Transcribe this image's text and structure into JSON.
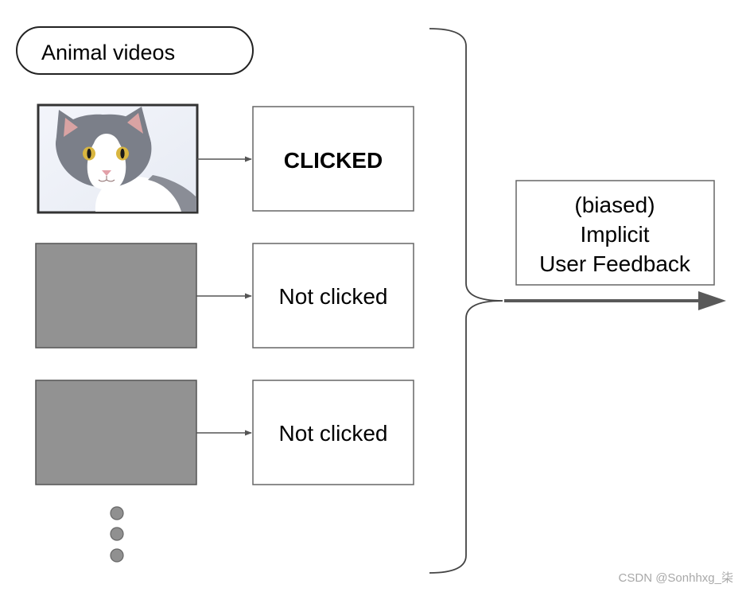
{
  "category_label": "Animal videos",
  "items": [
    {
      "image": "cat-thumbnail",
      "status": "CLICKED"
    },
    {
      "image": "gray-placeholder",
      "status": "Not clicked"
    },
    {
      "image": "gray-placeholder",
      "status": "Not clicked"
    }
  ],
  "more_items_icon": "vertical-ellipsis-dots",
  "result_lines": [
    "(biased)",
    "Implicit",
    "User Feedback"
  ],
  "watermark": "CSDN @Sonhhxg_柒",
  "colors": {
    "placeholder_fill": "#929292",
    "stroke": "#555555",
    "dot_fill": "#909090",
    "arrow": "#595959",
    "watermark": "#a8a8a8"
  }
}
